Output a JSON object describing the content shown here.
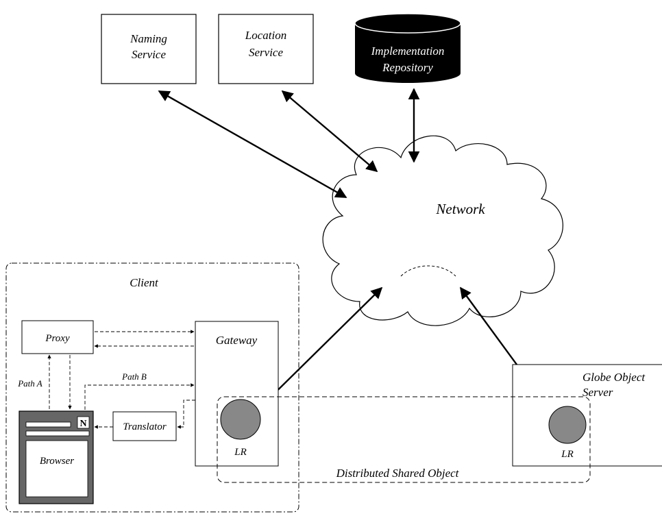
{
  "nodes": {
    "naming_service": {
      "line1": "Naming",
      "line2": "Service"
    },
    "location_service": {
      "line1": "Location",
      "line2": "Service"
    },
    "implementation_repository": {
      "line1": "Implementation",
      "line2": "Repository"
    },
    "network": "Network",
    "client": "Client",
    "proxy": "Proxy",
    "gateway": "Gateway",
    "translator": "Translator",
    "browser": "Browser",
    "browser_logo": "N",
    "globe_object_server": {
      "line1": "Globe Object",
      "line2": "Server"
    },
    "local_rep_client": "LR",
    "local_rep_server": "LR",
    "distributed_shared_object": "Distributed Shared Object"
  },
  "paths": {
    "path_a": "Path A",
    "path_b": "Path B"
  },
  "colors": {
    "implementation_repository_fill": "#000000",
    "local_rep_fill": "#888888",
    "browser_frame_fill": "#666666"
  }
}
